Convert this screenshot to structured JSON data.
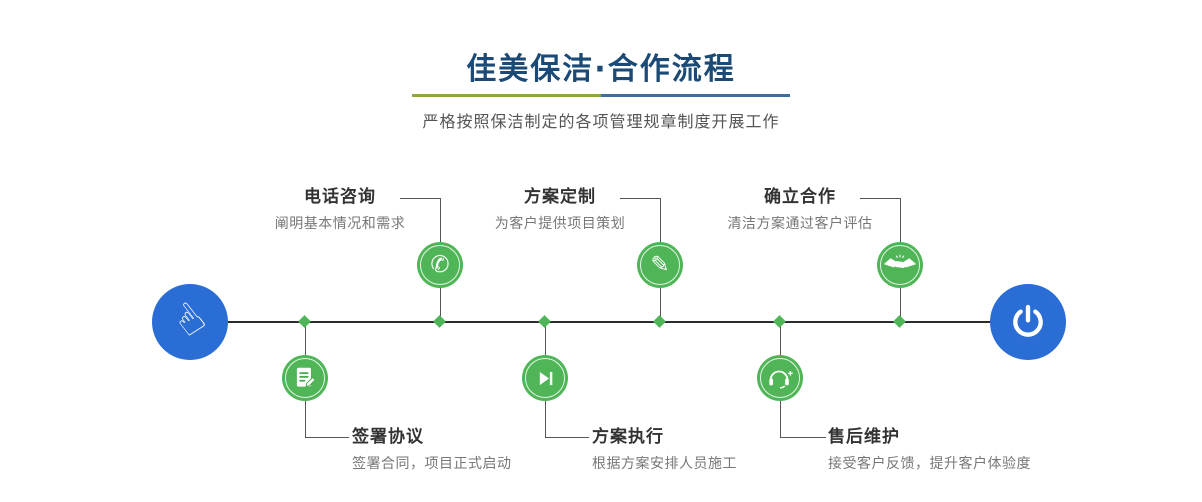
{
  "header": {
    "title": "佳美保洁·合作流程",
    "subtitle": "严格按照保洁制定的各项管理规章制度开展工作",
    "divider_colors": {
      "left": "#8ca83e",
      "right": "#3a6f9f"
    },
    "title_color": "#1a4a75"
  },
  "timeline": {
    "line_color": "#2b2b2b",
    "endpoint_color": "#2a6dd5",
    "node_color": "#4fb557",
    "start_icon": "pointing-hand",
    "end_icon": "power"
  },
  "icons": {
    "hand_glyph": "☝",
    "phone_glyph": "✆",
    "pencil_glyph": "✎"
  },
  "steps": [
    {
      "id": 1,
      "position": "top",
      "title": "电话咨询",
      "description": "阐明基本情况和需求",
      "icon": "phone"
    },
    {
      "id": 2,
      "position": "top",
      "title": "方案定制",
      "description": "为客户提供项目策划",
      "icon": "pencil"
    },
    {
      "id": 3,
      "position": "top",
      "title": "确立合作",
      "description": "清洁方案通过客户评估",
      "icon": "handshake"
    },
    {
      "id": 4,
      "position": "bottom",
      "title": "签署协议",
      "description": "签署合同，项目正式启动",
      "icon": "contract"
    },
    {
      "id": 5,
      "position": "bottom",
      "title": "方案执行",
      "description": "根据方案安排人员施工",
      "icon": "play"
    },
    {
      "id": 6,
      "position": "bottom",
      "title": "售后维护",
      "description": "接受客户反馈，提升客户体验度",
      "icon": "headset"
    }
  ]
}
